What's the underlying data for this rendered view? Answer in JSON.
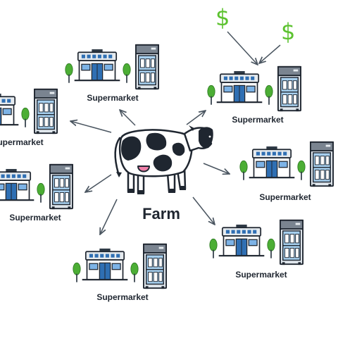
{
  "hub": {
    "label": "Farm",
    "icon": "cow-icon"
  },
  "nodes": [
    {
      "id": "top-left",
      "label": "Supermarket"
    },
    {
      "id": "left-upper",
      "label": "Supermarket"
    },
    {
      "id": "left-lower",
      "label": "Supermarket"
    },
    {
      "id": "bottom",
      "label": "Supermarket"
    },
    {
      "id": "right-top",
      "label": "Supermarket"
    },
    {
      "id": "right-middle",
      "label": "Supermarket"
    },
    {
      "id": "right-bottom",
      "label": "Supermarket"
    }
  ],
  "money": {
    "symbol": "$",
    "count": 2,
    "color": "#5cc22f",
    "icon": "dollar-sign-icon"
  },
  "colors": {
    "building_wall": "#ffffff",
    "building_roof": "#e6ebef",
    "building_blue": "#2f6fb3",
    "window_blue": "#7db3e6",
    "fridge_body": "#dfe6ec",
    "fridge_head": "#7a8490",
    "fridge_glass": "#a6cfee",
    "tree": "#4cae35",
    "outline": "#1f2630",
    "cow_udder": "#ee7fa8"
  }
}
